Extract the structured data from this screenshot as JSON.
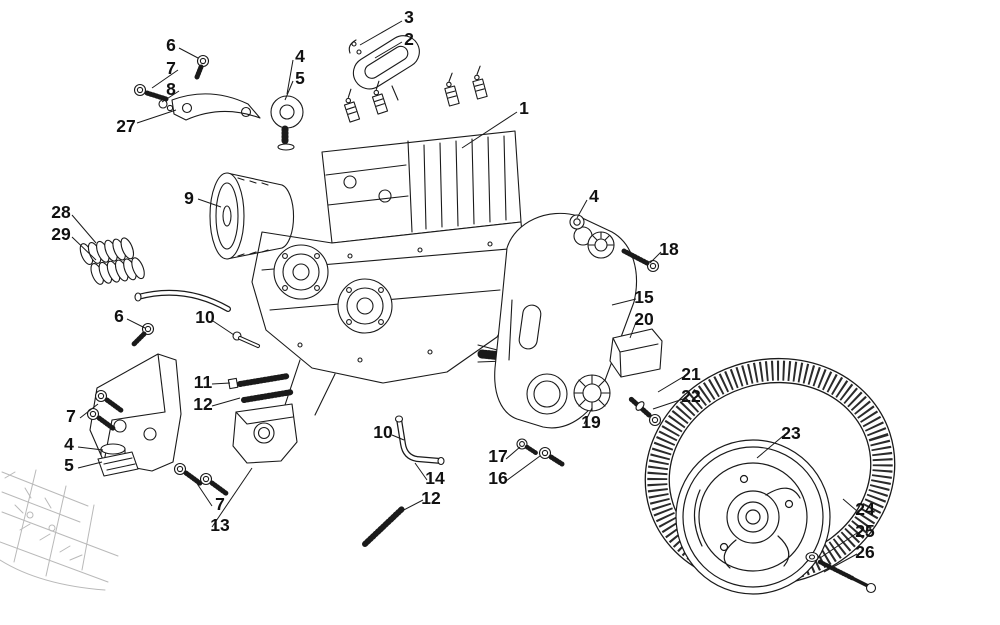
{
  "diagram": {
    "type": "exploded-parts-diagram",
    "subject": "engine-and-related-parts-assembly",
    "colors": {
      "background": "#ffffff",
      "line": "#1a1a1a",
      "sketch": "#b9b9b9",
      "label": "#111111"
    },
    "callouts": [
      {
        "label": "3"
      },
      {
        "label": "2"
      },
      {
        "label": "6"
      },
      {
        "label": "4"
      },
      {
        "label": "7"
      },
      {
        "label": "5"
      },
      {
        "label": "8"
      },
      {
        "label": "1"
      },
      {
        "label": "27"
      },
      {
        "label": "9"
      },
      {
        "label": "4"
      },
      {
        "label": "28"
      },
      {
        "label": "29"
      },
      {
        "label": "18"
      },
      {
        "label": "15"
      },
      {
        "label": "6"
      },
      {
        "label": "10"
      },
      {
        "label": "20"
      },
      {
        "label": "21"
      },
      {
        "label": "11"
      },
      {
        "label": "22"
      },
      {
        "label": "12"
      },
      {
        "label": "7"
      },
      {
        "label": "19"
      },
      {
        "label": "10"
      },
      {
        "label": "23"
      },
      {
        "label": "4"
      },
      {
        "label": "17"
      },
      {
        "label": "5"
      },
      {
        "label": "14"
      },
      {
        "label": "16"
      },
      {
        "label": "12"
      },
      {
        "label": "7"
      },
      {
        "label": "24"
      },
      {
        "label": "13"
      },
      {
        "label": "25"
      },
      {
        "label": "26"
      }
    ]
  }
}
